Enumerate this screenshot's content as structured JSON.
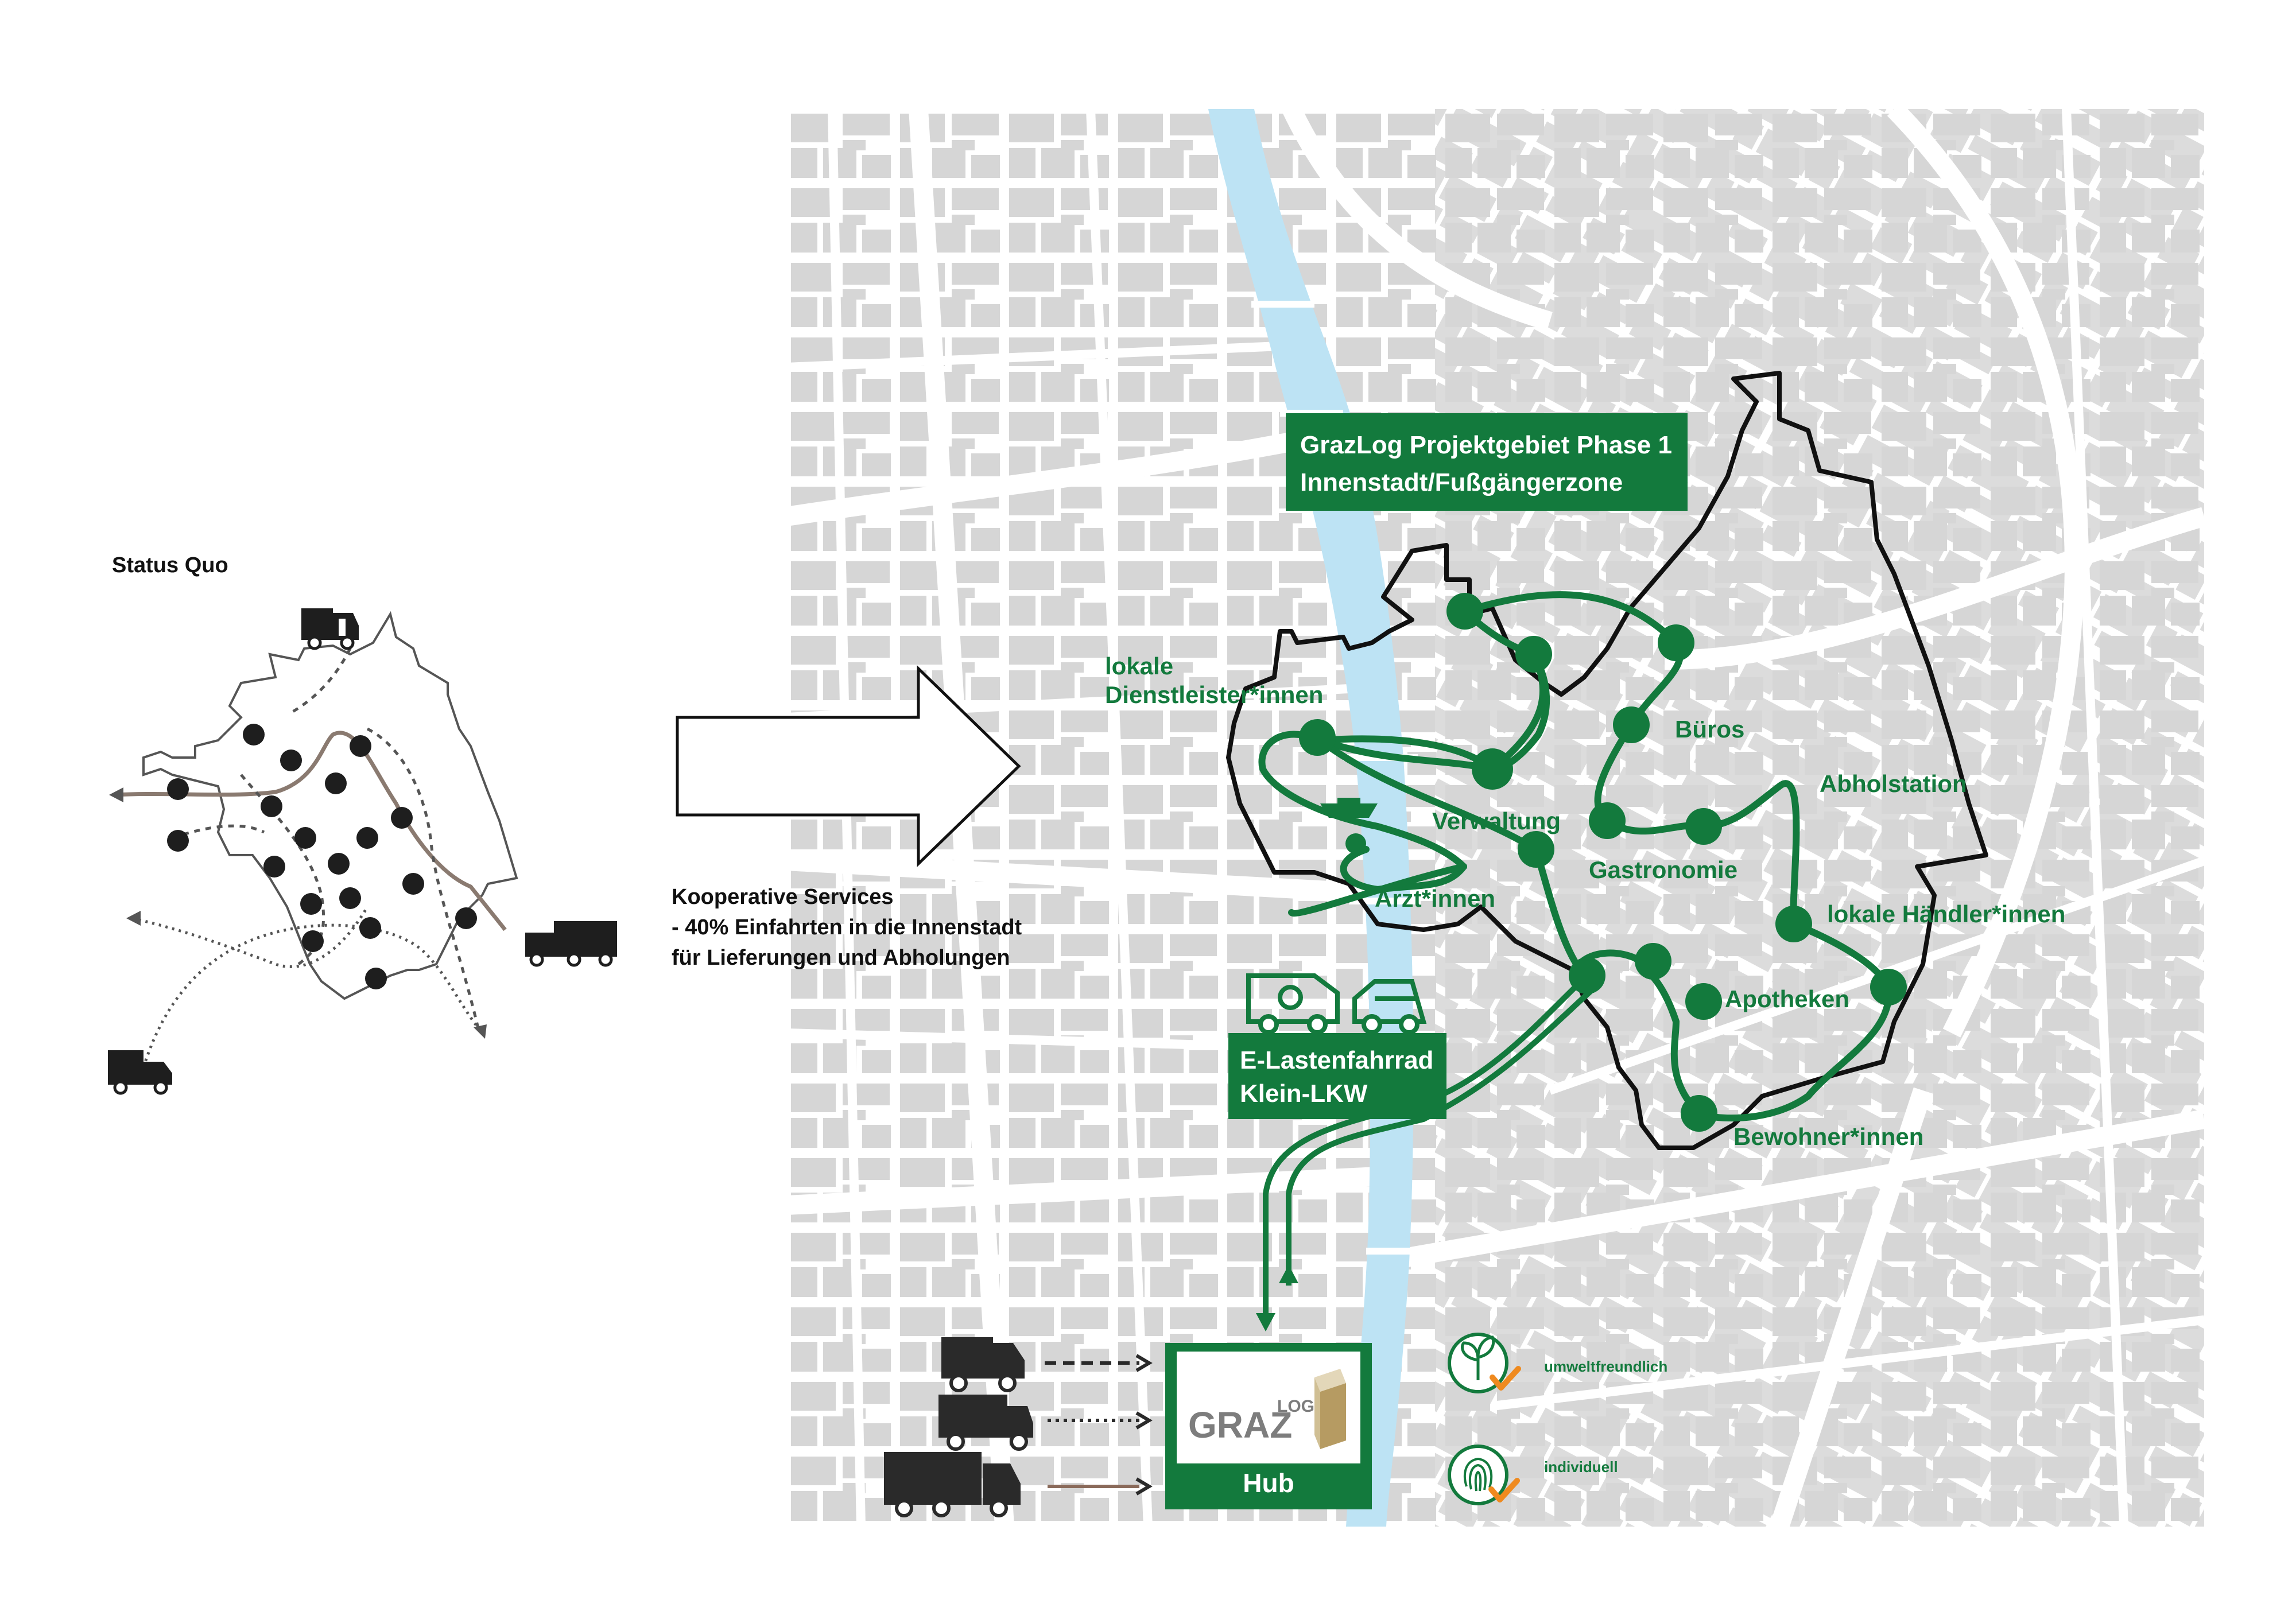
{
  "colors": {
    "green": "#137a3d",
    "map_block": "#d6d6d6",
    "river": "#bde3f4",
    "dark": "#2a2a2a",
    "check_orange": "#ef8a1f",
    "logo_box_top": "#e3d7b9",
    "logo_box_side": "#b69b62",
    "logo_grey": "#7d7d7d"
  },
  "status_quo": {
    "title": "Status Quo"
  },
  "arrow_caption": {
    "line1": "Kooperative Services",
    "line2": "- 40% Einfahrten in die Innenstadt",
    "line3": "für Lieferungen und Abholungen"
  },
  "project_area": {
    "title_line1": "GrazLog Projektgebiet Phase 1",
    "title_line2": "Innenstadt/Fußgängerzone"
  },
  "stops": [
    {
      "id": "dienstleister",
      "label_line1": "lokale",
      "label_line2": "Dienstleister*innen"
    },
    {
      "id": "verwaltung",
      "label_line1": "Verwaltung"
    },
    {
      "id": "aerzte",
      "label_line1": "Ärzt*innen"
    },
    {
      "id": "bueros",
      "label_line1": "Büros"
    },
    {
      "id": "gastronomie",
      "label_line1": "Gastronomie"
    },
    {
      "id": "abholstation",
      "label_line1": "Abholstation"
    },
    {
      "id": "haendler",
      "label_line1": "lokale Händler*innen"
    },
    {
      "id": "apotheken",
      "label_line1": "Apotheken"
    },
    {
      "id": "bewohner",
      "label_line1": "Bewohner*innen"
    }
  ],
  "vehicles": {
    "line1": "E-Lastenfahrrad",
    "line2": "Klein-LKW",
    "icons": [
      "electric-van-icon",
      "small-truck-icon"
    ]
  },
  "hub": {
    "logo_main": "GRAZ",
    "logo_sup": "LOG",
    "label": "Hub"
  },
  "features": [
    {
      "icon": "leaf-icon",
      "label": "umweltfreundlich"
    },
    {
      "icon": "fingerprint-icon",
      "label": "individuell"
    }
  ]
}
